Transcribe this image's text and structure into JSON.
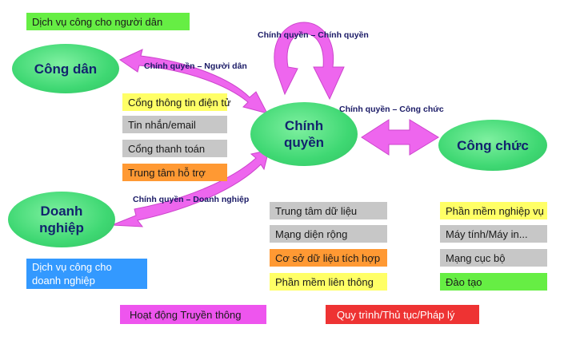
{
  "nodes": {
    "cong_dan": "Công dân",
    "chinh_quyen": "Chính\nquyền",
    "doanh_nghiep": "Doanh\nnghiệp",
    "cong_chuc": "Công chức"
  },
  "edges": {
    "cq_cq": "Chính quyền – Chính quyền",
    "cq_nguoi_dan": "Chính quyền – Người dân",
    "cq_cong_chuc": "Chính quyền – Công chức",
    "cq_doanh_nghiep": "Chính quyền – Doanh nghiệp"
  },
  "services": {
    "citizen": "Dịch vụ công cho người dân",
    "business": "Dịch vụ công cho\ndoanh nghiệp"
  },
  "channels": [
    "Cổng thông tin điện tử",
    "Tin nhắn/email",
    "Cổng thanh toán",
    "Trung tâm hỗ trợ"
  ],
  "infrastructure": [
    "Trung tâm dữ liệu",
    "Mạng diện rộng",
    "Cơ sở dữ liệu tích hợp",
    "Phần mềm liên thông"
  ],
  "internal": [
    "Phần mềm nghiệp vụ",
    "Máy tính/Máy in...",
    "Mạng cục bộ",
    "Đào tạo"
  ],
  "footer": {
    "communication": "Hoạt động Truyền thông",
    "procedure": "Quy trình/Thủ tục/Pháp lý"
  },
  "colors": {
    "node_green": "#3fd873",
    "arrow_magenta": "#ee66ee",
    "label_navy": "#12246e"
  }
}
